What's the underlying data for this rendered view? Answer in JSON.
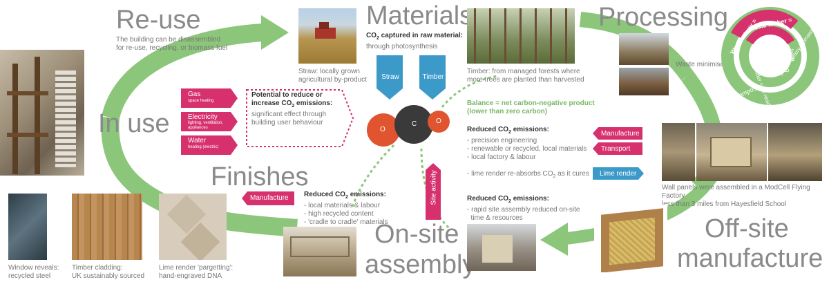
{
  "titles": {
    "reuse": "Re-use",
    "materials": "Materials",
    "processing": "Processing",
    "in_use": "In use",
    "finishes": "Finishes",
    "onsite_1": "On-site",
    "onsite_2": "assembly",
    "offsite_1": "Off-site",
    "offsite_2": "manufacture"
  },
  "reuse_text_1": "The building can be disassembled",
  "reuse_text_2": "for re-use, recycling, or biomass fuel",
  "materials": {
    "heading_pre": "CO",
    "heading_sub": "2",
    "heading_post": " captured in raw material:",
    "sub": "through photosynthesis",
    "straw_tag": "Straw",
    "timber_tag": "Timber",
    "straw_caption_1": "Straw: locally grown",
    "straw_caption_2": "agricultural by-product",
    "timber_caption_1": "Timber: from managed forests where",
    "timber_caption_2": "more trees are planted than harvested"
  },
  "molecule": {
    "o_left": "O",
    "c": "C",
    "o_right": "O"
  },
  "balance_1": "Balance = net carbon-negative product",
  "balance_2": "(lower than zero carbon)",
  "processing": {
    "waste_minimised": "Waste minimised",
    "ring_texts": [
      "Waste straw =",
      "biomass fuel",
      "farm bedding",
      "Waste timber =",
      "timber factory biomass boiler",
      "Lime render = no residual waste",
      "compost"
    ]
  },
  "in_use": {
    "gas": "Gas",
    "gas_sub": "space heating",
    "electricity": "Electricity",
    "electricity_sub_1": "lighting, ventilation,",
    "electricity_sub_2": "appliances",
    "water": "Water",
    "water_sub": "heating (electric)",
    "potential_1": "Potential to reduce or",
    "potential_2a": "increase CO",
    "potential_2b": "2",
    "potential_2c": " emissions:",
    "potential_3": "significant effect through",
    "potential_4": "building user behaviour"
  },
  "offsite_emissions": {
    "heading_a": "Reduced CO",
    "heading_b": "2",
    "heading_c": " emissions:",
    "items": [
      "- precision engineering",
      "- renewable or recycled, local materials",
      "- local factory & labour"
    ],
    "lime_a": "- lime render re-absorbs CO",
    "lime_b": "2",
    "lime_c": " as it cures",
    "tags": {
      "manufacture": "Manufacture",
      "transport": "Transport",
      "lime_render": "Lime render"
    }
  },
  "offsite_caption_1": "Wall panels were assembled in a ModCell Flying Factory",
  "offsite_caption_2": "less than 3 miles from Hayesfield School",
  "finishes": {
    "manufacture_tag": "Manufacture",
    "heading_a": "Reduced CO",
    "heading_b": "2",
    "heading_c": " emissions:",
    "items": [
      "- local materials & labour",
      "- high recycled content",
      "- 'cradle to cradle' materials"
    ]
  },
  "site_activity": "Site activity",
  "onsite_emissions": {
    "heading_a": "Reduced CO",
    "heading_b": "2",
    "heading_c": " emissions:",
    "items": [
      "- rapid site assembly reduced on-site",
      "  time & resources"
    ]
  },
  "bottom_captions": {
    "window_1": "Window reveals:",
    "window_2": "recycled steel",
    "timber_1": "Timber cladding:",
    "timber_2": "UK sustainably sourced",
    "lime_1": "Lime render 'pargetting':",
    "lime_2": "hand-engraved DNA"
  },
  "colors": {
    "green": "#8cc67a",
    "pink": "#d6306d",
    "blue": "#3c9ac9",
    "grey_text": "#8a8a8a"
  }
}
